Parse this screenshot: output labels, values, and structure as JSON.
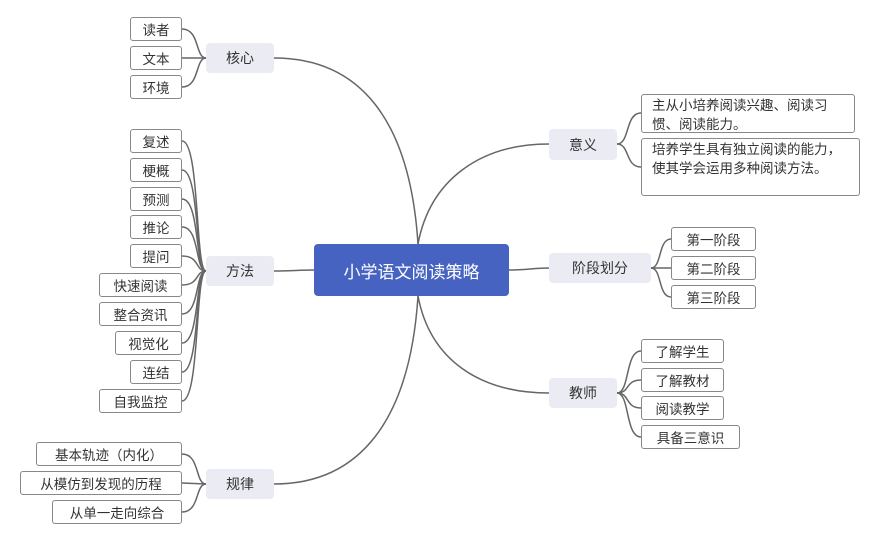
{
  "center": "小学语文阅读策略",
  "branches": {
    "core": {
      "label": "核心",
      "children": [
        "读者",
        "文本",
        "环境"
      ]
    },
    "method": {
      "label": "方法",
      "children": [
        "复述",
        "梗概",
        "预测",
        "推论",
        "提问",
        "快速阅读",
        "整合资讯",
        "视觉化",
        "连结",
        "自我监控"
      ]
    },
    "rule": {
      "label": "规律",
      "children": [
        "基本轨迹（内化）",
        "从模仿到发现的历程",
        "从单一走向综合"
      ]
    },
    "meaning": {
      "label": "意义",
      "children": [
        "主从小培养阅读兴趣、阅读习惯、阅读能力。",
        "培养学生具有独立阅读的能力，使其学会运用多种阅读方法。"
      ]
    },
    "stage": {
      "label": "阶段划分",
      "children": [
        "第一阶段",
        "第二阶段",
        "第三阶段"
      ]
    },
    "teacher": {
      "label": "教师",
      "children": [
        "了解学生",
        "了解教材",
        "阅读教学",
        "具备三意识"
      ]
    }
  },
  "colors": {
    "center": "#4763C2",
    "branch": "#EBEBF4",
    "line": "#666666"
  }
}
